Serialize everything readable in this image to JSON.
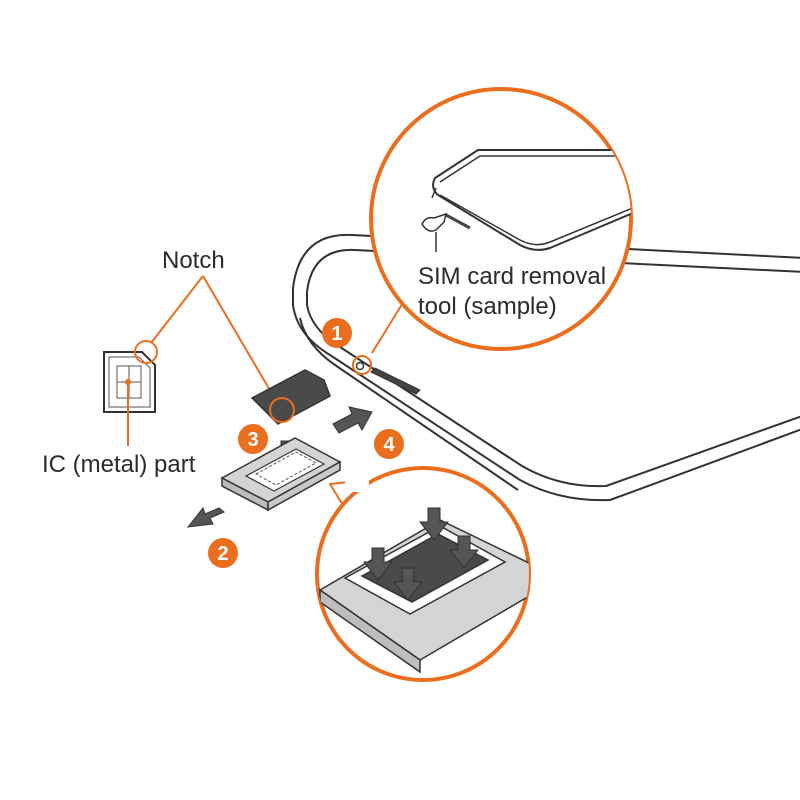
{
  "labels": {
    "notch": "Notch",
    "ic_part": "IC (metal) part",
    "removal_tool_line1": "SIM card removal",
    "removal_tool_line2": "tool (sample)"
  },
  "steps": [
    "1",
    "2",
    "3",
    "4"
  ],
  "colors": {
    "accent": "#EB6E1F",
    "outline": "#333333",
    "tray_fill": "#d4d4d4",
    "sim_fill": "#4a4a4a",
    "arrow_fill": "#555555"
  }
}
